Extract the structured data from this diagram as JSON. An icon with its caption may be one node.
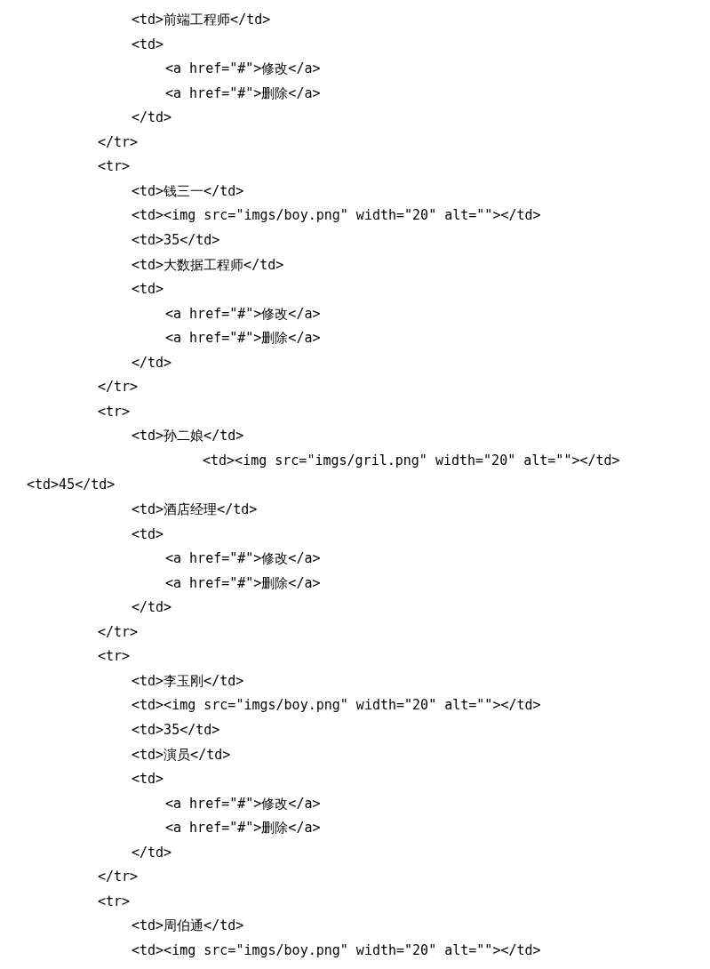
{
  "diagram": {
    "labels": [
      "<td>前端工程师</td>",
      "<td>",
      "<a href=\"#\">修改</a>",
      "<a href=\"#\">删除</a>",
      "</td>",
      "</tr>",
      "<tr>",
      "<td>钱三一</td>",
      "<td><img src=\"imgs/boy.png\" width=\"20\" alt=\"\"></td>",
      "<td>35</td>",
      "<td>大数据工程师</td>",
      "<td>",
      "<a href=\"#\">修改</a>",
      "<a href=\"#\">删除</a>",
      "</td>",
      "</tr>",
      "<tr>",
      "<td>孙二娘</td>",
      "<td><img src=\"imgs/gril.png\" width=\"20\" alt=\"\"></td>",
      "<td>45</td>",
      "<td>酒店经理</td>",
      "<td>",
      "<a href=\"#\">修改</a>",
      "<a href=\"#\">删除</a>",
      "</td>",
      "</tr>",
      "<tr>",
      "<td>李玉刚</td>",
      "<td><img src=\"imgs/boy.png\" width=\"20\" alt=\"\"></td>",
      "<td>35</td>",
      "<td>演员</td>",
      "<td>",
      "<a href=\"#\">修改</a>",
      "<a href=\"#\">删除</a>",
      "</td>",
      "</tr>",
      "<tr>",
      "<td>周伯通</td>",
      "<td><img src=\"imgs/boy.png\" width=\"20\" alt=\"\"></td>"
    ]
  }
}
